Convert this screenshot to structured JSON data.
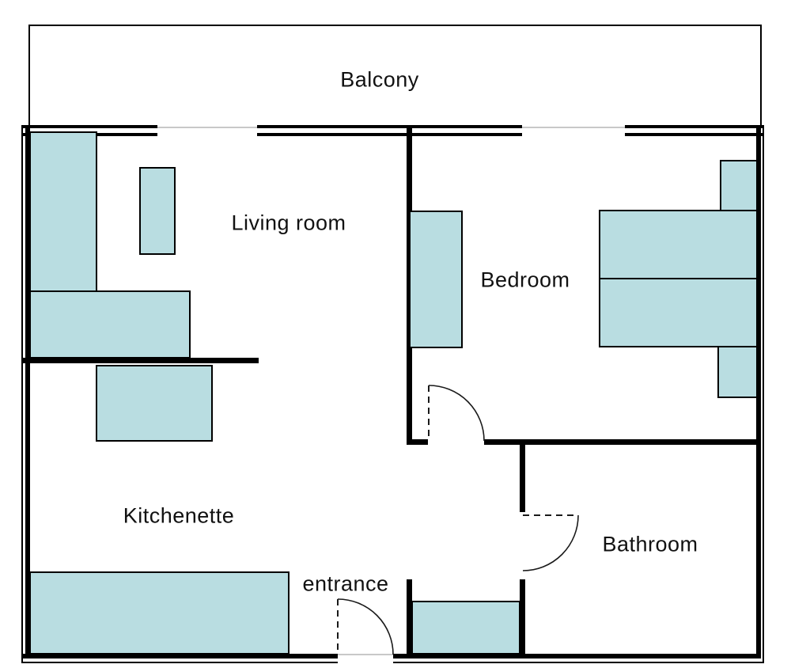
{
  "floor_plan": {
    "labels": {
      "balcony": "Balcony",
      "living_room": "Living room",
      "bedroom": "Bedroom",
      "kitchenette": "Kitchenette",
      "bathroom": "Bathroom",
      "entrance": "entrance"
    },
    "colors": {
      "furniture_fill": "#b9dde1",
      "wall": "#000000",
      "window_line": "#c8c8c8",
      "door_line": "#1a1a1a",
      "background": "#ffffff"
    },
    "rooms": [
      "Balcony",
      "Living room",
      "Bedroom",
      "Kitchenette",
      "Bathroom"
    ],
    "furniture": [
      {
        "room": "living_room",
        "item": "sofa"
      },
      {
        "room": "living_room",
        "item": "low-table"
      },
      {
        "room": "living_room",
        "item": "side-table"
      },
      {
        "room": "kitchenette",
        "item": "appliance"
      },
      {
        "room": "kitchenette",
        "item": "counter"
      },
      {
        "room": "bedroom",
        "item": "wardrobe"
      },
      {
        "room": "bedroom",
        "item": "double-bed"
      },
      {
        "room": "bedroom",
        "item": "nightstand-top"
      },
      {
        "room": "bedroom",
        "item": "nightstand-bottom"
      },
      {
        "room": "bathroom",
        "item": "fixture"
      }
    ],
    "doors": [
      "bedroom-door",
      "bathroom-door",
      "entrance-door"
    ],
    "windows": [
      "living-room-balcony-window",
      "bedroom-balcony-window"
    ]
  }
}
